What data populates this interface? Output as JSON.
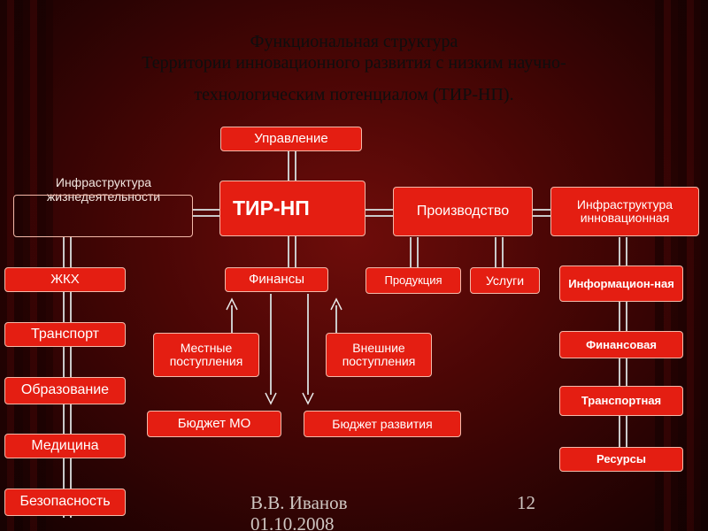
{
  "title": {
    "line1": "Функциональная структура",
    "line2": "Территории инновационного развития с низким научно-",
    "line3": "технологическим потенциалом (ТИР-НП)."
  },
  "center": {
    "management": "Управление",
    "tir_np": "ТИР-НП",
    "finance": "Финансы",
    "local_income": "Местные поступления",
    "external_income": "Внешние поступления",
    "budget_mo": "Бюджет МО",
    "dev_budget": "Бюджет развития"
  },
  "left": {
    "heading": "Инфраструктура жизнедеятельности",
    "items": [
      "ЖКХ",
      "Транспорт",
      "Образование",
      "Медицина",
      "Безопасность"
    ]
  },
  "production": {
    "heading": "Производство",
    "products": "Продукция",
    "services": "Услуги"
  },
  "right": {
    "heading": "Инфраструктура инновационная",
    "items": [
      "Информацион-ная",
      "Финансовая",
      "Транспортная",
      "Ресурсы"
    ]
  },
  "footer": {
    "author": "В.В. Иванов",
    "date": "01.10.2008",
    "page": "12"
  },
  "colors": {
    "box": "#e41e12",
    "background": "#4a0605",
    "title": "#0e0e0e"
  }
}
